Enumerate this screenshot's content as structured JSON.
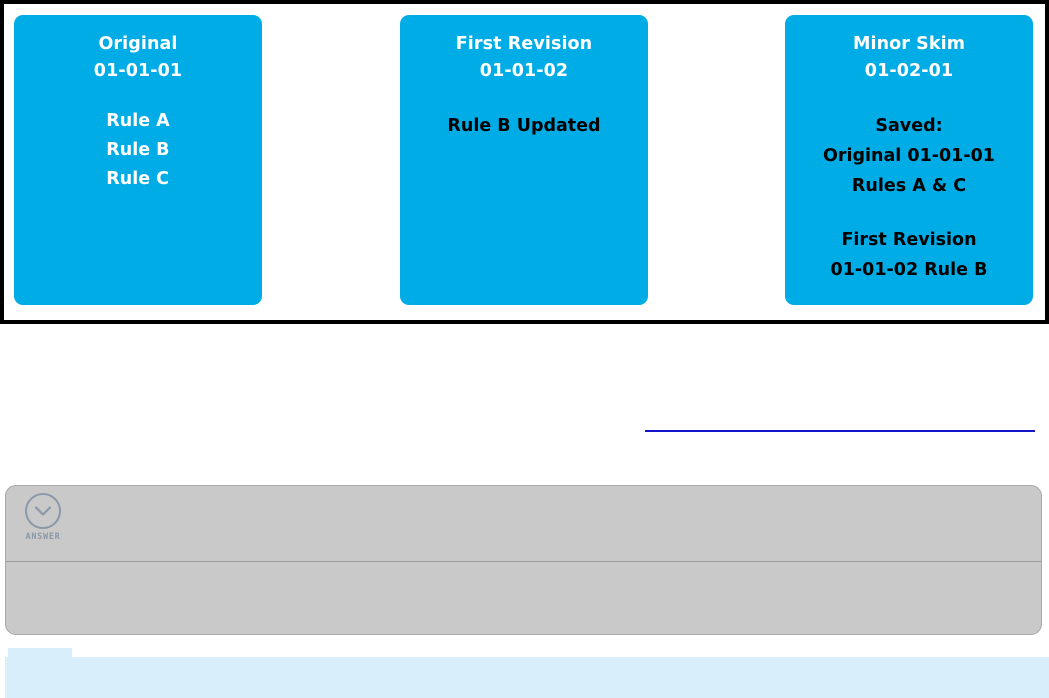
{
  "diagram": {
    "card_color": "#00ace6",
    "frame_color": "#000000",
    "cards": [
      {
        "id": "original",
        "title": "Original",
        "subtitle": "01-01-01",
        "body_style": "light-left",
        "rules": [
          "Rule A",
          "Rule B",
          "Rule C"
        ]
      },
      {
        "id": "first-revision",
        "title": "First Revision",
        "subtitle": "01-01-02",
        "body_style": "dark-center",
        "body_groups": [
          {
            "lines": [
              "Rule B Updated"
            ]
          }
        ]
      },
      {
        "id": "minor-skim",
        "title": "Minor Skim",
        "subtitle": "01-02-01",
        "body_style": "dark-center",
        "body_groups": [
          {
            "lines": [
              "Saved:",
              "Original 01-01-01",
              "Rules A & C"
            ]
          },
          {
            "lines": [
              "First Revision",
              "01-01-02 Rule B"
            ]
          }
        ]
      }
    ]
  },
  "divider": {
    "color": "#1414c8"
  },
  "answer_panel": {
    "background": "#c9c9c9",
    "button": {
      "label": "ANSWER",
      "icon": "chevron-down-icon",
      "icon_color": "#8a98a8"
    },
    "top_section_text": "",
    "bottom_section_text": ""
  },
  "bottom_bar": {
    "color": "#d9eefb",
    "text": ""
  }
}
